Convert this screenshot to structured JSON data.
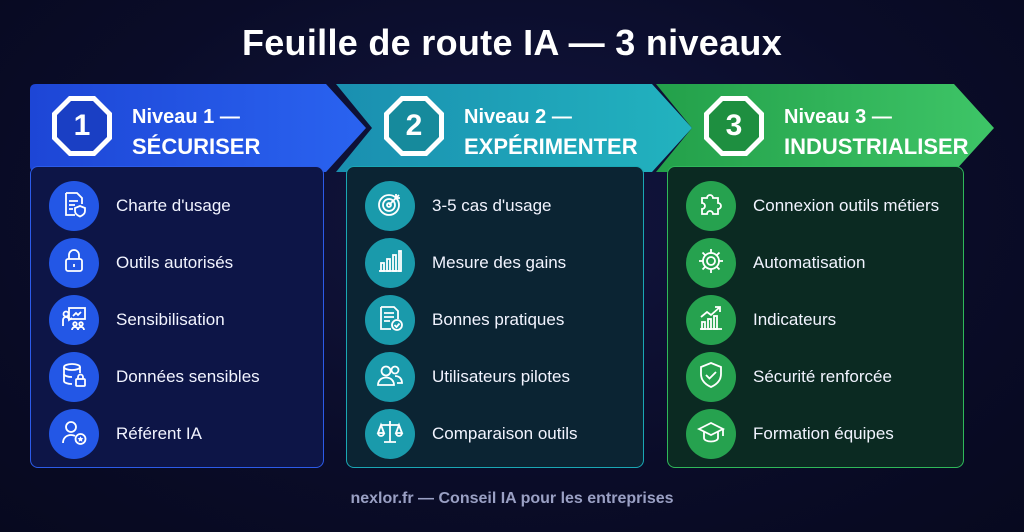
{
  "title": "Feuille de route IA — 3 niveaux",
  "footer": "nexlor.fr — Conseil IA pour les entreprises",
  "colors": {
    "level1": "#1f4fe0",
    "level2": "#1ea5b5",
    "level3": "#2fb55a"
  },
  "levels": [
    {
      "number": "1",
      "line1": "Niveau 1 —",
      "line2": "SÉCURISER",
      "items": [
        {
          "label": "Charte d'usage",
          "icon": "document-shield-icon"
        },
        {
          "label": "Outils autorisés",
          "icon": "lock-icon"
        },
        {
          "label": "Sensibilisation",
          "icon": "presentation-icon"
        },
        {
          "label": "Données sensibles",
          "icon": "database-lock-icon"
        },
        {
          "label": "Référent IA",
          "icon": "user-star-icon"
        }
      ]
    },
    {
      "number": "2",
      "line1": "Niveau 2 —",
      "line2": "EXPÉRIMENTER",
      "items": [
        {
          "label": "3-5 cas d'usage",
          "icon": "target-icon"
        },
        {
          "label": "Mesure des gains",
          "icon": "bar-chart-icon"
        },
        {
          "label": "Bonnes pratiques",
          "icon": "document-check-icon"
        },
        {
          "label": "Utilisateurs pilotes",
          "icon": "users-icon"
        },
        {
          "label": "Comparaison outils",
          "icon": "balance-scale-icon"
        }
      ]
    },
    {
      "number": "3",
      "line1": "Niveau 3 —",
      "line2": "INDUSTRIALISER",
      "items": [
        {
          "label": "Connexion outils métiers",
          "icon": "puzzle-icon"
        },
        {
          "label": "Automatisation",
          "icon": "gear-icon"
        },
        {
          "label": "Indicateurs",
          "icon": "growth-chart-icon"
        },
        {
          "label": "Sécurité renforcée",
          "icon": "shield-check-icon"
        },
        {
          "label": "Formation équipes",
          "icon": "graduation-cap-icon"
        }
      ]
    }
  ]
}
